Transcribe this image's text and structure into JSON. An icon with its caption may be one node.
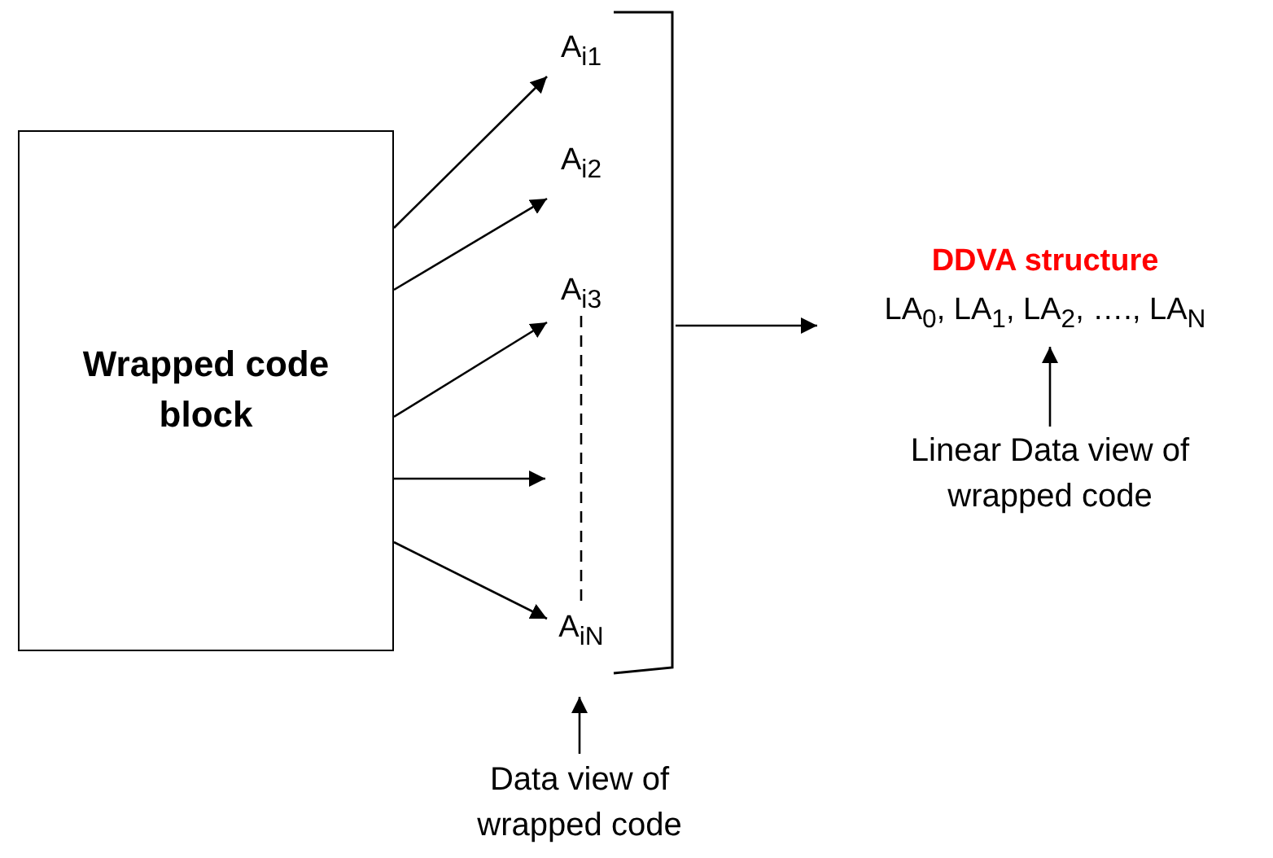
{
  "diagram": {
    "nodes": [
      {
        "text": [
          "Wrapped code block"
        ]
      },
      {
        "text": [
          "A$_{i1}$"
        ]
      },
      {
        "text": [
          "A$_{i2}$"
        ]
      },
      {
        "text": [
          "A$_{i3}$"
        ]
      },
      {
        "text": [
          "A$_{iN}$"
        ]
      },
      {
        "text": [],
        "shape": "bracket"
      },
      {
        "text": [
          "DDVA structure",
          "LA$_{0}$, LA$_{1}$, LA$_{2}$, …., LA$_{N}$"
        ]
      },
      {
        "text": [
          "Linear Data view of wrapped code"
        ]
      },
      {
        "text": [
          "Data view of wrapped code"
        ]
      }
    ],
    "edges": [
      {
        "from": 0,
        "to": 1,
        "arrow": "to"
      },
      {
        "from": 0,
        "to": 2,
        "arrow": "to"
      },
      {
        "from": 0,
        "to": 3,
        "arrow": "to"
      },
      {
        "from": 0,
        "to": null,
        "arrow": "to"
      },
      {
        "from": 0,
        "to": 4,
        "arrow": "to"
      },
      {
        "from": 3,
        "to": 4,
        "arrow": "none",
        "style": "dashed"
      },
      {
        "from": 5,
        "to": 6,
        "arrow": "to"
      },
      {
        "from": 7,
        "to": 6,
        "arrow": "to"
      },
      {
        "from": 8,
        "to": 4,
        "arrow": "to"
      }
    ]
  }
}
